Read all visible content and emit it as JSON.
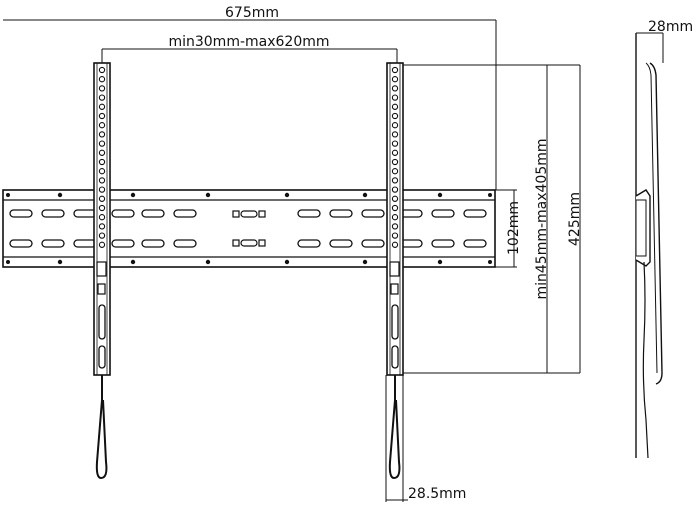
{
  "dimensions": {
    "overall_width": "675mm",
    "arm_spacing": "min30mm-max620mm",
    "plate_height": "102mm",
    "vertical_range": "min45mm-max405mm",
    "arm_length": "425mm",
    "profile_depth": "28mm",
    "arm_width": "28.5mm"
  },
  "colors": {
    "line": "#111111",
    "fill": "#ffffff"
  }
}
